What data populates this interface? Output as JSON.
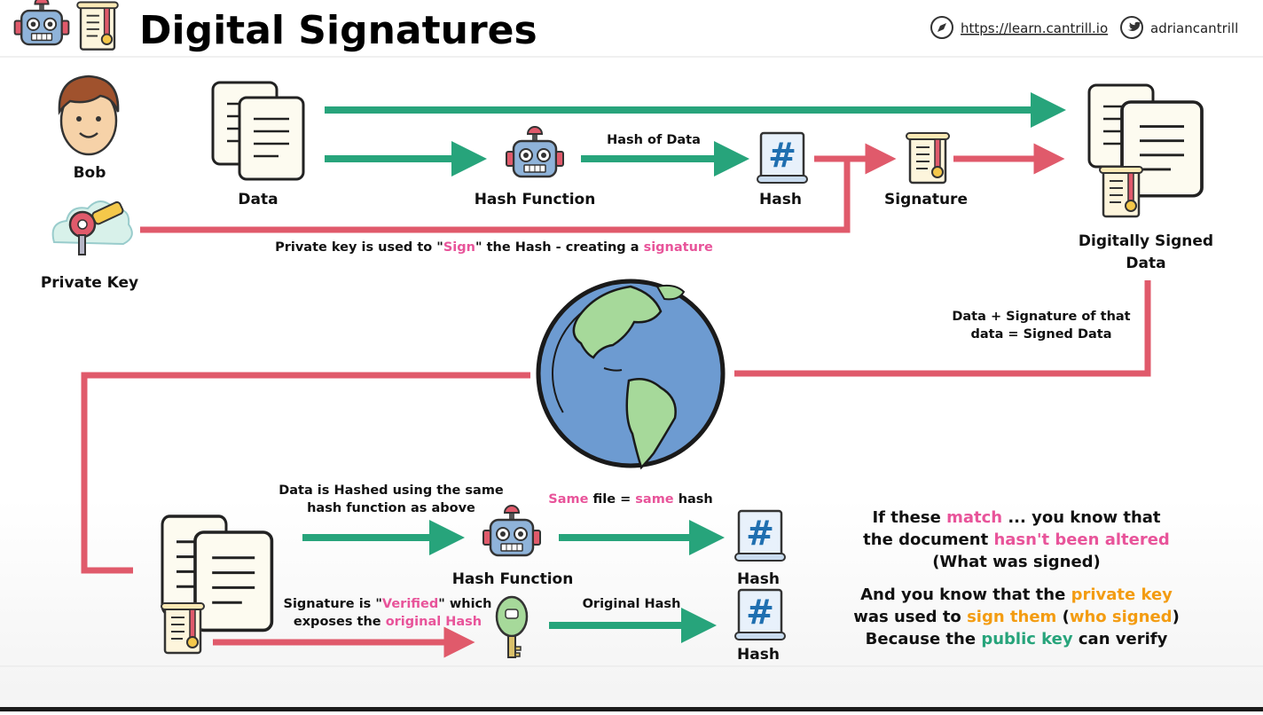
{
  "header": {
    "title": "Digital Signatures",
    "website": "https://learn.cantrill.io",
    "twitter_handle": "adriancantrill"
  },
  "signing": {
    "bob_label": "Bob",
    "private_key_label": "Private Key",
    "data_label": "Data",
    "hash_function_label": "Hash Function",
    "hash_of_data_label": "Hash of Data",
    "hash_label": "Hash",
    "signature_label": "Signature",
    "digitally_signed_line1": "Digitally Signed",
    "digitally_signed_line2": "Data",
    "sign_caption": {
      "part1": "Private key is used to \"",
      "sign_word": "Sign",
      "part2": "\" the Hash  - creating a ",
      "signature_word": "signature"
    }
  },
  "transfer": {
    "signed_data_line1": "Data + Signature of that",
    "signed_data_line2": "data = Signed Data"
  },
  "verify": {
    "hashed_line1": "Data is Hashed using the same",
    "hashed_line2": "hash function as above",
    "same_hash": {
      "same1": "Same",
      "middle": " file = ",
      "same2": "same",
      "end": " hash"
    },
    "hash_function_label": "Hash Function",
    "hash_label_top": "Hash",
    "hash_label_bottom": "Hash",
    "verified_line1": {
      "part1": "Signature is \"",
      "verified_word": "Verified",
      "part2": "\" which"
    },
    "verified_line2": {
      "part1": "exposes the ",
      "original_word": "original Hash"
    },
    "original_hash_label": "Original Hash"
  },
  "conclusion": {
    "line1": {
      "a": "If these ",
      "match": "match",
      "b": " ... you know that"
    },
    "line2": {
      "a": "the document ",
      "altered": "hasn't been altered"
    },
    "line3": "(What was signed)",
    "line4": {
      "a": "And you know that the ",
      "private_key": "private key"
    },
    "line5": {
      "a": "was used to ",
      "sign_them": "sign them",
      "b": " (",
      "who_signed": "who signed",
      "c": ")"
    },
    "line6": {
      "a": "Because the ",
      "public_key": "public key",
      "b": " can verify"
    }
  },
  "colors": {
    "green_arrow": "#27a47b",
    "red_line": "#e05a6b",
    "pink_text": "#e8549a",
    "orange_text": "#f39c12",
    "green_text": "#27a47b",
    "ocean": "#6d9bd1",
    "land": "#a6d99a"
  },
  "icons": [
    "robot-logo-icon",
    "certificate-logo-icon",
    "compass-icon",
    "twitter-icon",
    "bob-avatar-icon",
    "private-key-icon",
    "documents-icon",
    "robot-hash-function-icon",
    "hash-scroll-icon",
    "signature-certificate-icon",
    "globe-icon",
    "public-key-icon"
  ]
}
